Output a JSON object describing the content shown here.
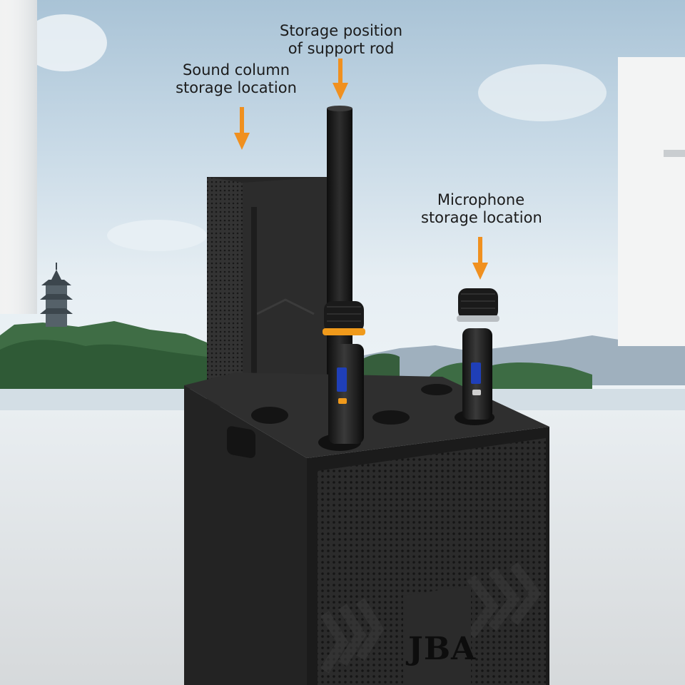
{
  "labels": {
    "support_rod": {
      "line1": "Storage position",
      "line2": "of support rod"
    },
    "sound_column": {
      "line1": "Sound column",
      "line2": "storage location"
    },
    "microphone": {
      "line1": "Microphone",
      "line2": "storage location"
    }
  },
  "brand": "JBA",
  "colors": {
    "arrow": "#f0901f",
    "speaker_body": "#2a2a2a",
    "text": "#1b1b1b"
  }
}
